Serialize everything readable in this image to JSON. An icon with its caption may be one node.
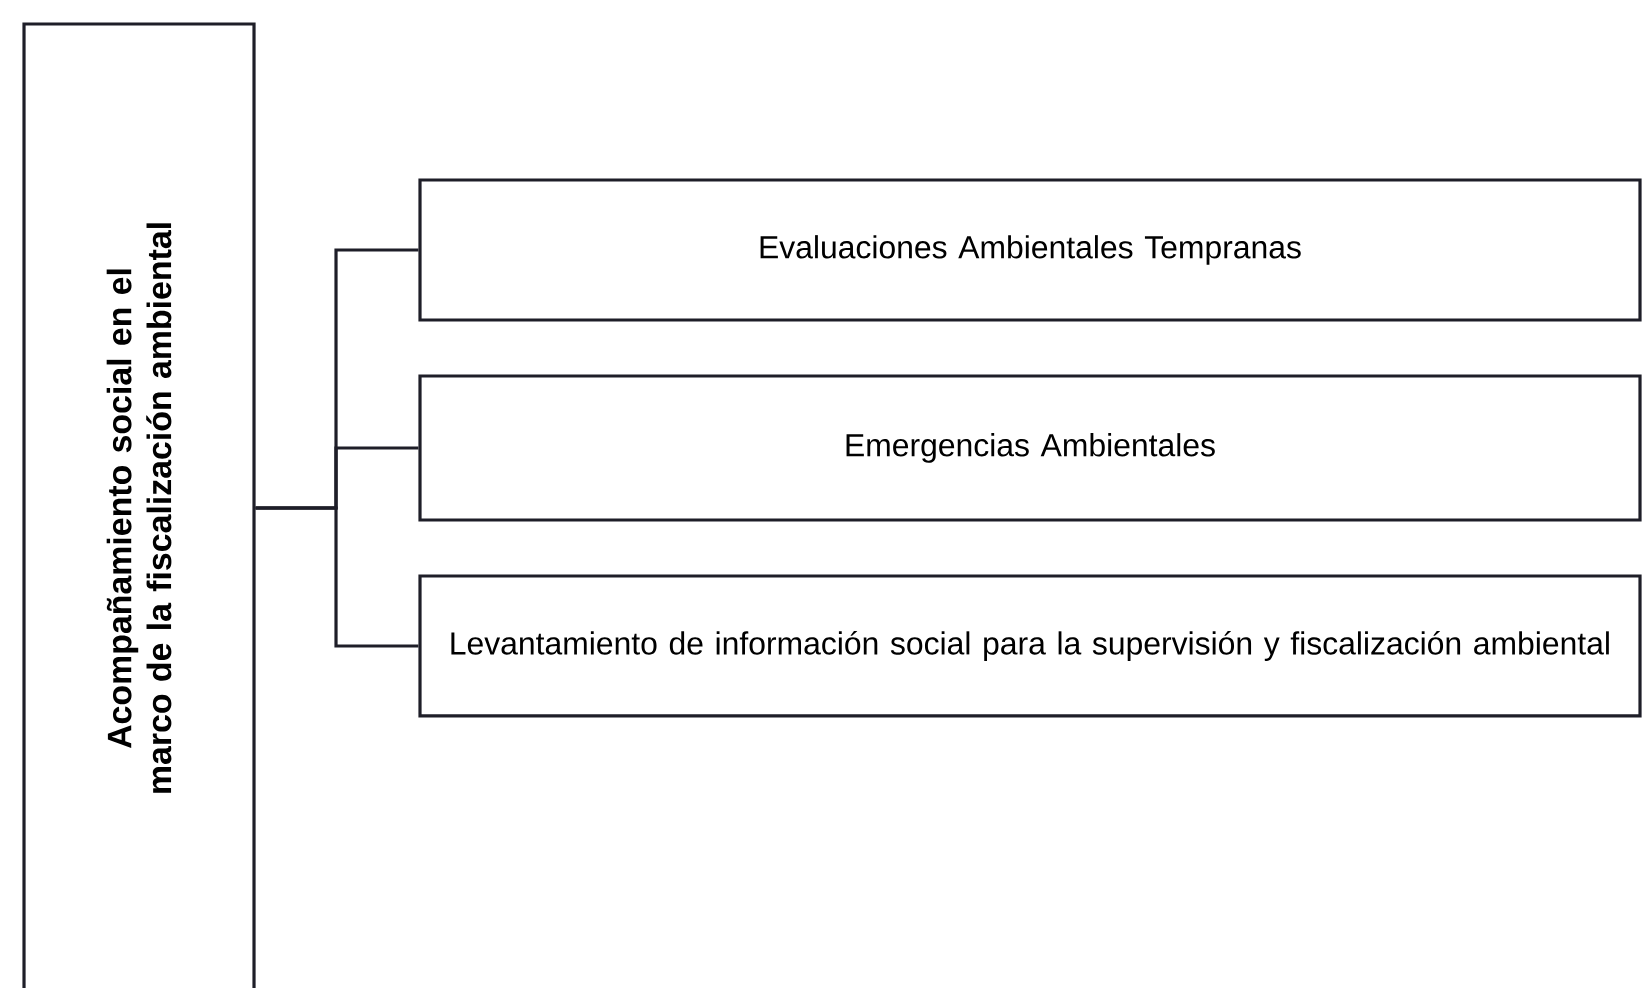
{
  "diagram": {
    "nodes": [
      {
        "text": [
          "Acompañamiento social en el marco de la fiscalización ambiental"
        ]
      },
      {
        "text": [
          "Evaluaciones Ambientales Tempranas"
        ]
      },
      {
        "text": [
          "Emergencias Ambientales"
        ]
      },
      {
        "text": [
          "Levantamiento de información social para la supervisión y fiscalización ambiental"
        ]
      }
    ],
    "edges": [
      {
        "from": 0,
        "to": 1,
        "arrow": "none"
      },
      {
        "from": 0,
        "to": 2,
        "arrow": "none"
      },
      {
        "from": 0,
        "to": 3,
        "arrow": "none"
      }
    ]
  }
}
